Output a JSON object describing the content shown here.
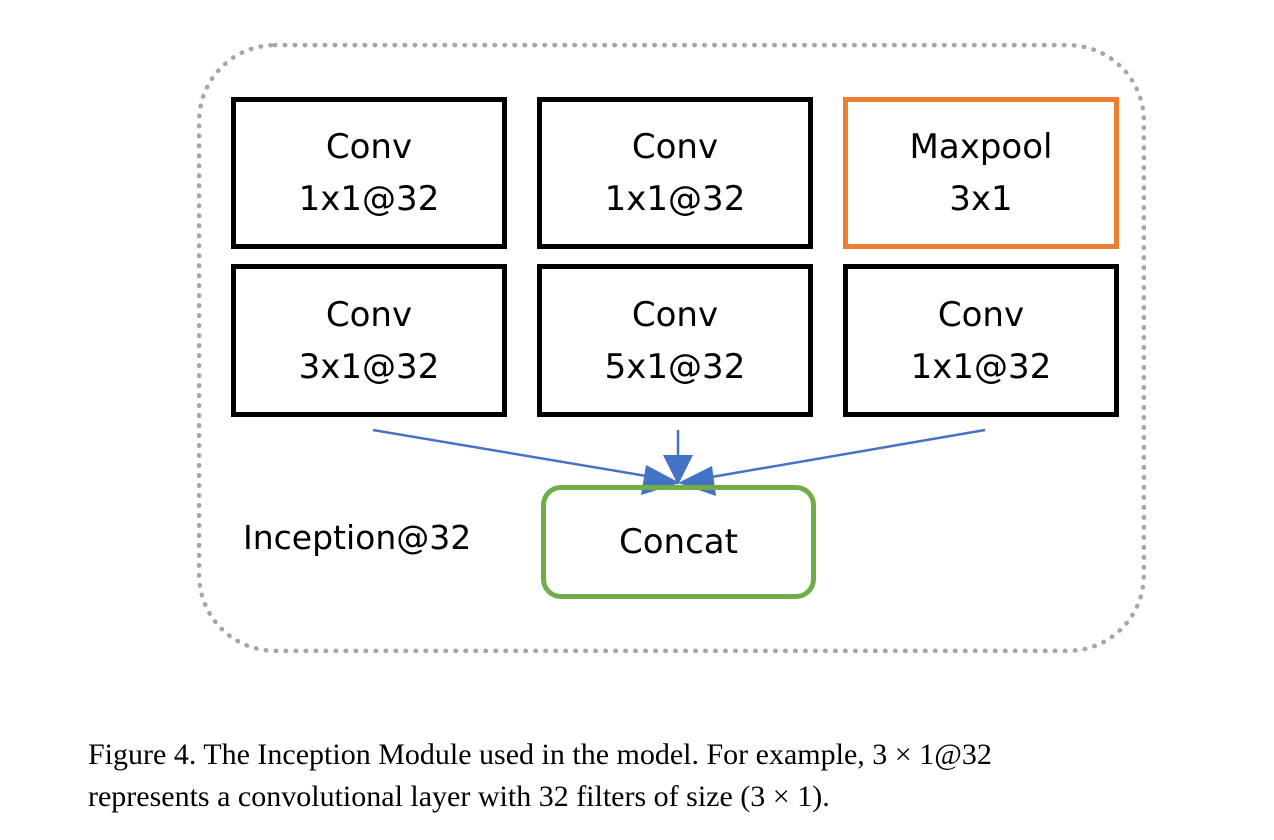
{
  "diagram": {
    "module_label": "Inception@32",
    "blocks": [
      {
        "line1": "Conv",
        "line2": "1x1@32"
      },
      {
        "line1": "Conv",
        "line2": "1x1@32"
      },
      {
        "line1": "Maxpool",
        "line2": "3x1"
      },
      {
        "line1": "Conv",
        "line2": "3x1@32"
      },
      {
        "line1": "Conv",
        "line2": "5x1@32"
      },
      {
        "line1": "Conv",
        "line2": "1x1@32"
      }
    ],
    "concat_label": "Concat",
    "colors": {
      "block_border": "#000000",
      "maxpool_border": "#ed7d31",
      "concat_border": "#70ad47",
      "arrow": "#4472c4",
      "frame": "#a6a6a6"
    }
  },
  "caption": {
    "line1": "Figure 4.  The Inception Module used in the model. For example, 3 × 1@32",
    "line2": "represents a convolutional layer with 32 filters of size (3 × 1)."
  }
}
